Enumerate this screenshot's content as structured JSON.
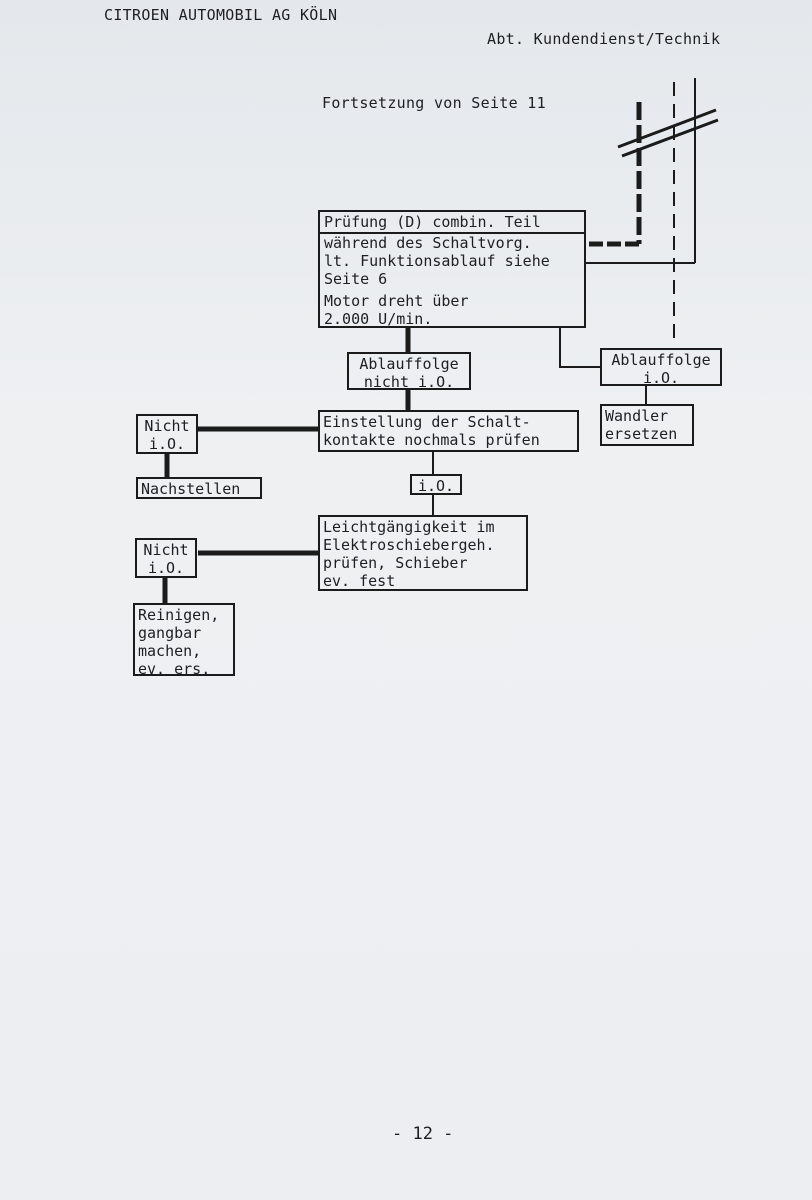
{
  "header": {
    "company": "CITROEN AUTOMOBIL AG KÖLN",
    "department": "Abt. Kundendienst/Technik"
  },
  "continuation": "Fortsetzung von Seite 11",
  "flowchart": {
    "check_d": {
      "lines": [
        "Prüfung (D) combin. Teil",
        "während des Schaltvorg.",
        "lt. Funktionsablauf siehe",
        "Seite 6"
      ],
      "motor_lines": [
        "Motor dreht über",
        "2.000 U/min."
      ]
    },
    "seq_not_ok": [
      "Ablauffolge",
      "nicht i.O."
    ],
    "seq_ok": [
      "Ablauffolge",
      "i.O."
    ],
    "replace_converter": [
      "Wandler",
      "ersetzen"
    ],
    "check_contacts": [
      "Einstellung der Schalt-",
      "kontakte nochmals prüfen"
    ],
    "not_ok_1": [
      "Nicht",
      "i.O."
    ],
    "readjust": "Nachstellen",
    "ok": "i.O.",
    "check_valve": [
      "Leichtgängigkeit im",
      "Elektroschiebergeh.",
      "prüfen, Schieber",
      "ev. fest"
    ],
    "not_ok_2": [
      "Nicht",
      "i.O."
    ],
    "clean": [
      "Reinigen,",
      "gangbar",
      "machen,",
      "ev. ers."
    ]
  },
  "page_number": "- 12 -"
}
